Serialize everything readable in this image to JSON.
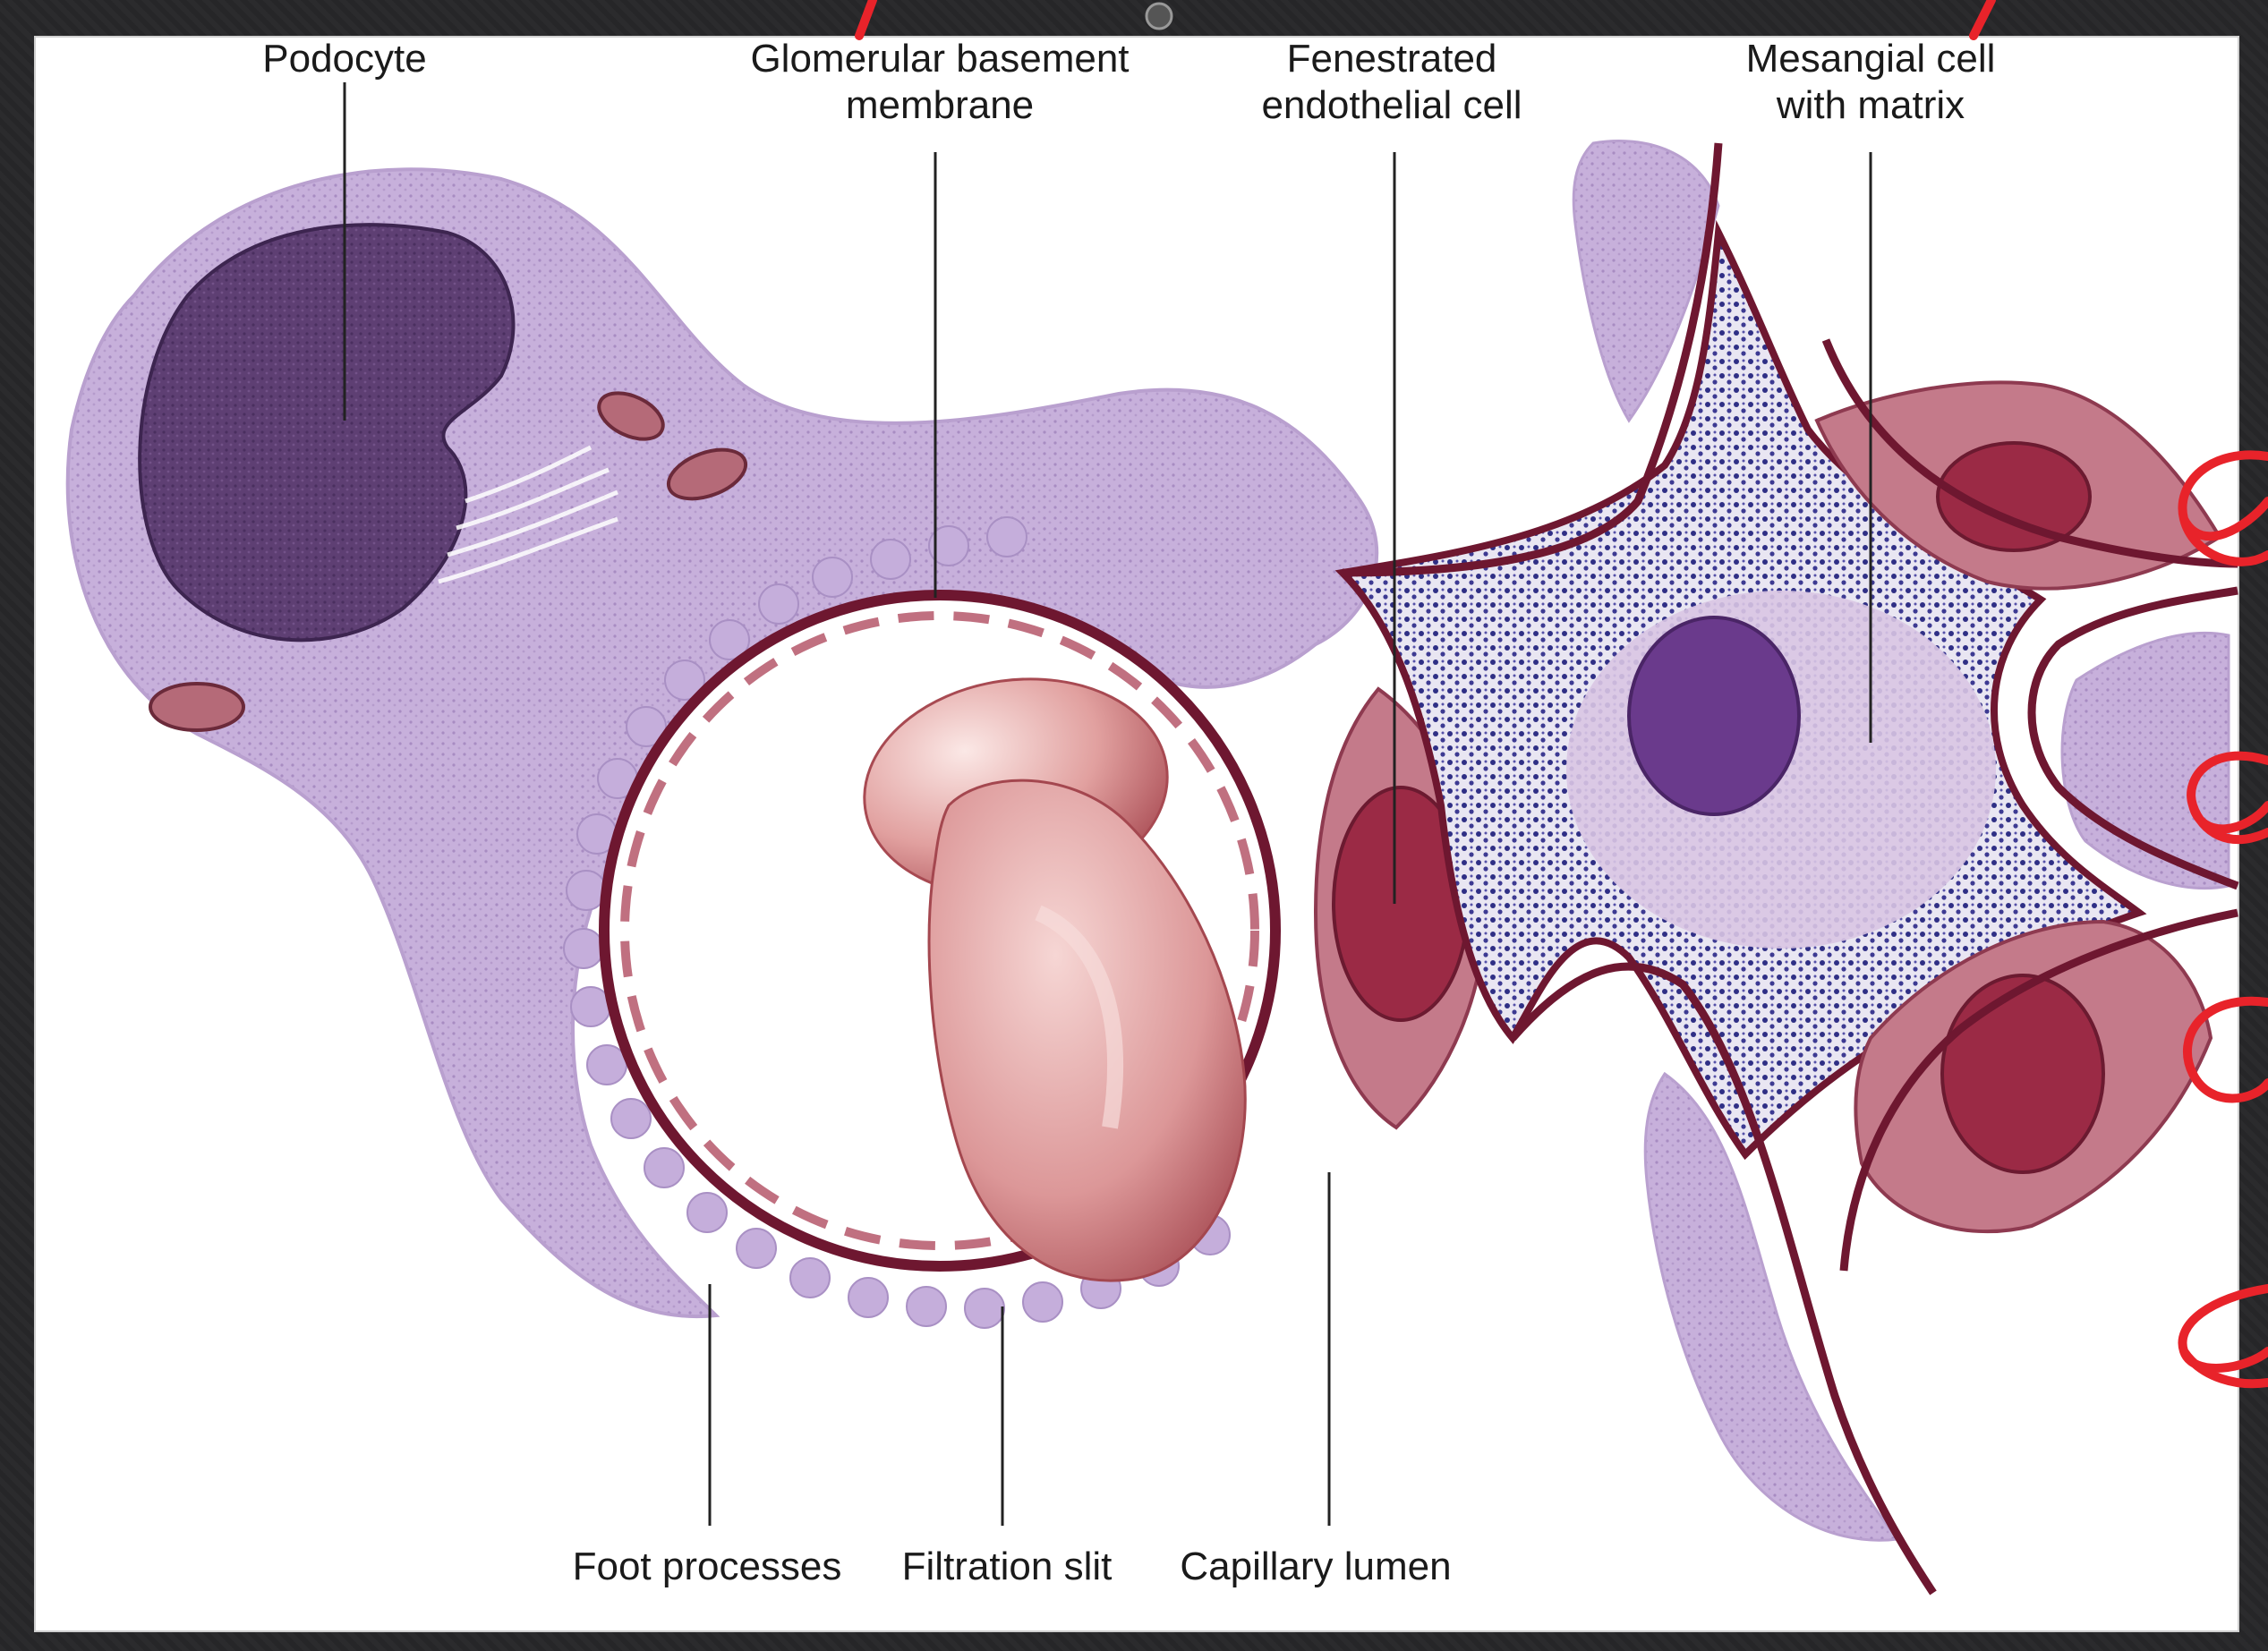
{
  "labels": {
    "podocyte": "Podocyte",
    "gbm_line1": "Glomerular basement",
    "gbm_line2": "membrane",
    "fenestrated_line1": "Fenestrated",
    "fenestrated_line2": "endothelial cell",
    "mesangial_line1": "Mesangial cell",
    "mesangial_line2": "with matrix",
    "foot_processes": "Foot processes",
    "filtration_slit": "Filtration slit",
    "capillary_lumen": "Capillary lumen"
  },
  "colors": {
    "cytoplasm": "#c9b3dc",
    "podocyte_nucleus": "#5e3f73",
    "basement_membrane": "#6e1730",
    "endothelium": "#b45a6f",
    "endothelial_nucleus": "#9b2a45",
    "red_blood_cell": "#d98b8c",
    "mesangial_matrix": "#3b3b8a",
    "mesangial_nucleus": "#6a3a8c",
    "annotation_marks": "#e8232a"
  }
}
